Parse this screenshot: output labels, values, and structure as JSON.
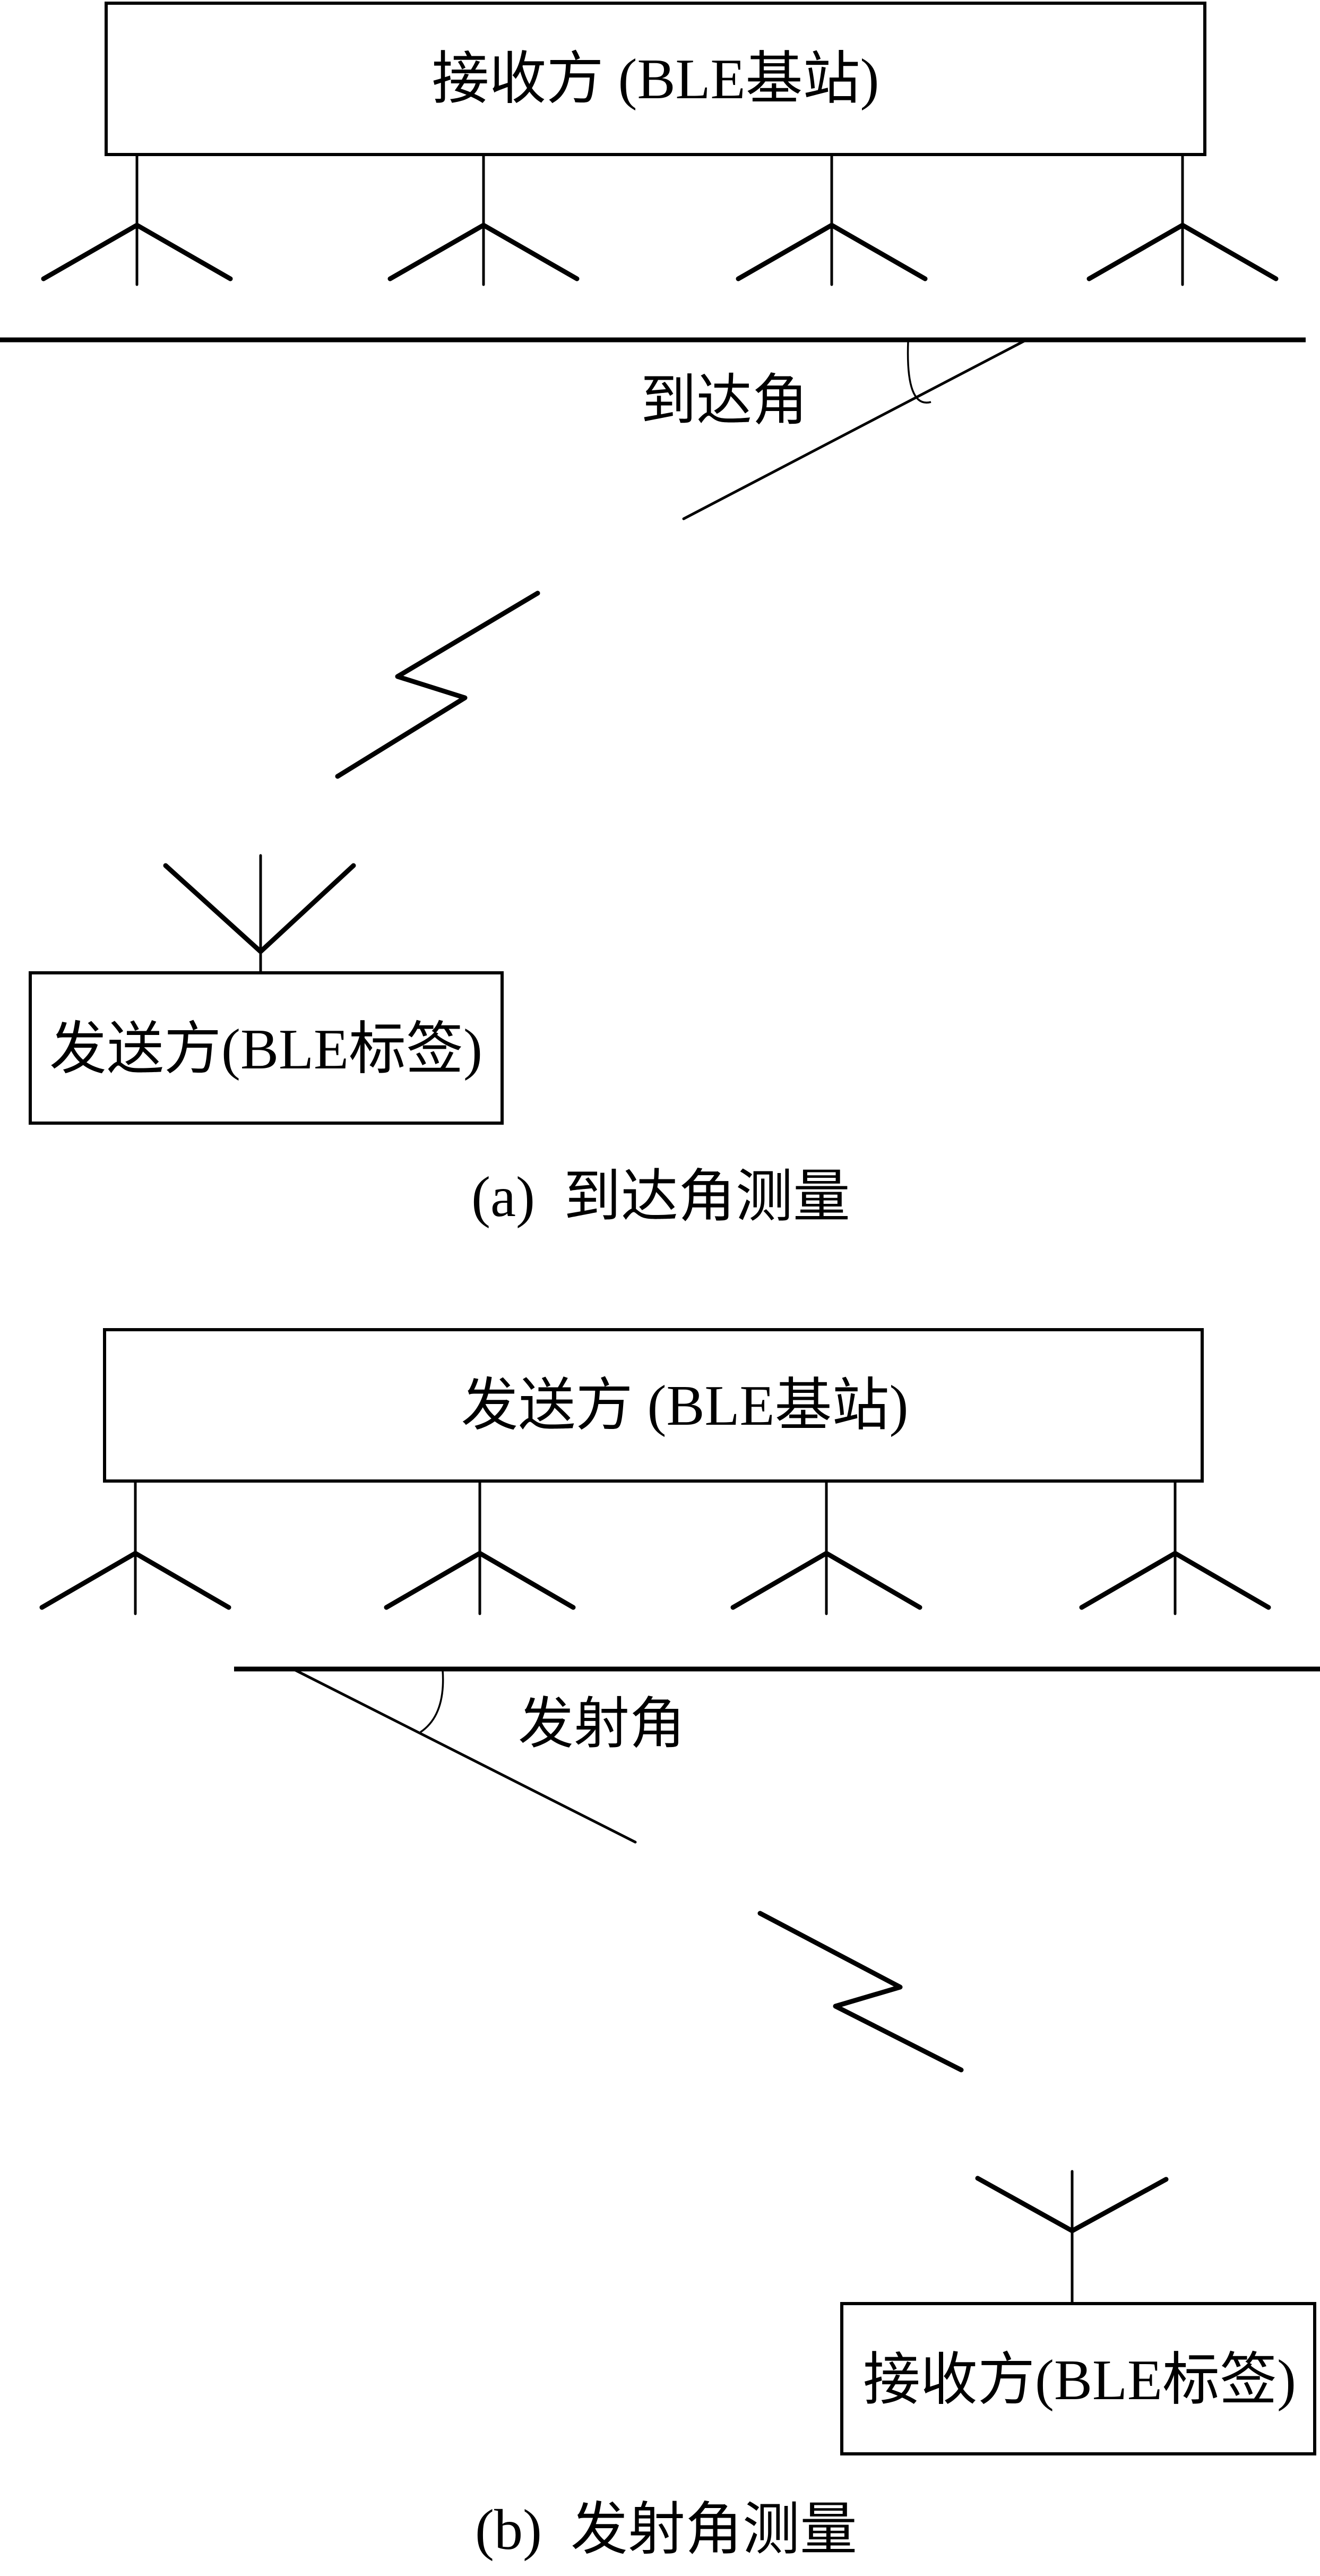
{
  "figure": {
    "panel_a": {
      "top_box_label": "接收方 (BLE基站)",
      "angle_label": "到达角",
      "bottom_box_label": "发送方(BLE标签)",
      "caption": "(a)  到达角测量",
      "base_station_antenna_count": 4
    },
    "panel_b": {
      "top_box_label": "发送方 (BLE基站)",
      "angle_label": "发射角",
      "bottom_box_label": "接收方(BLE标签)",
      "caption": "(b)  发射角测量",
      "base_station_antenna_count": 4
    },
    "colors": {
      "line": "#000000",
      "background": "#ffffff"
    }
  }
}
